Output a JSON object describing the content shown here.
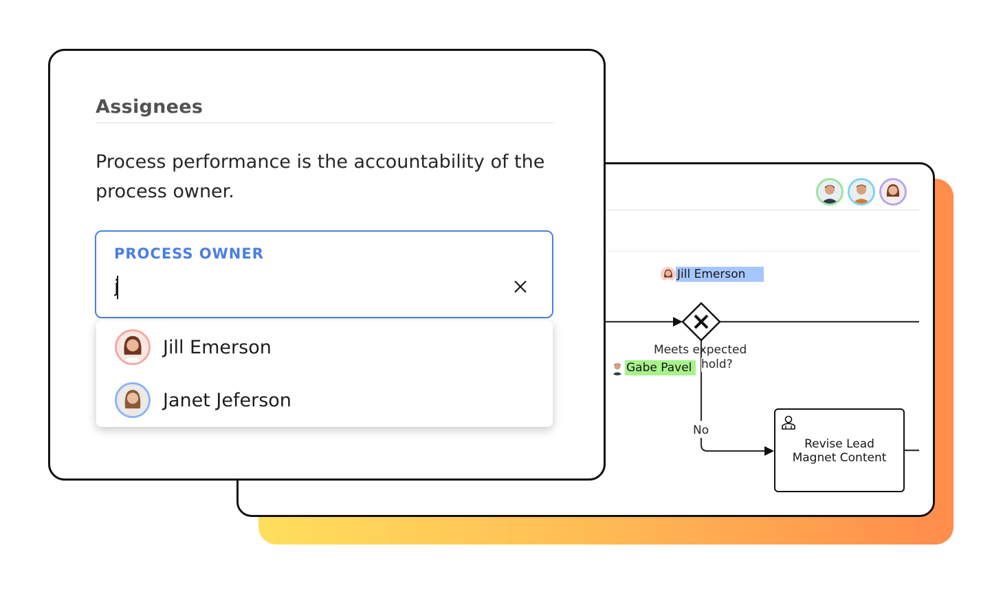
{
  "assignees": {
    "title": "Assignees",
    "description": "Process performance is the accountability of the process owner."
  },
  "process_owner": {
    "label": "PROCESS OWNER",
    "value": "j",
    "clear_icon": "close-icon",
    "options": [
      {
        "name": "Jill Emerson",
        "avatar": "woman-avatar",
        "ring": "#f4a9a0"
      },
      {
        "name": "Janet Jeferson",
        "avatar": "woman-avatar",
        "ring": "#8ab4f8"
      }
    ]
  },
  "diagram": {
    "collaborators": [
      {
        "avatar": "man-avatar",
        "ring": "#9de39a"
      },
      {
        "avatar": "man-avatar",
        "ring": "#7fd3f0"
      },
      {
        "avatar": "woman-avatar",
        "ring": "#b4a4f0"
      }
    ],
    "assignee_chips": [
      {
        "name": "Jill Emerson",
        "color": "#a6c6ff"
      },
      {
        "name": "Gabe Pavel",
        "color": "#a7f28b"
      }
    ],
    "gateway": {
      "icon": "exclusive-gateway-icon",
      "question_line1": "Meets expected",
      "question_line2": "hold?"
    },
    "flow_label_no": "No",
    "task": {
      "icon": "user-task-icon",
      "label_line1": "Revise Lead",
      "label_line2": "Magnet Content"
    }
  },
  "colors": {
    "accent": "#4a7fe0",
    "gradient_start": "#ffdf5c",
    "gradient_end": "#ff8c4b"
  }
}
